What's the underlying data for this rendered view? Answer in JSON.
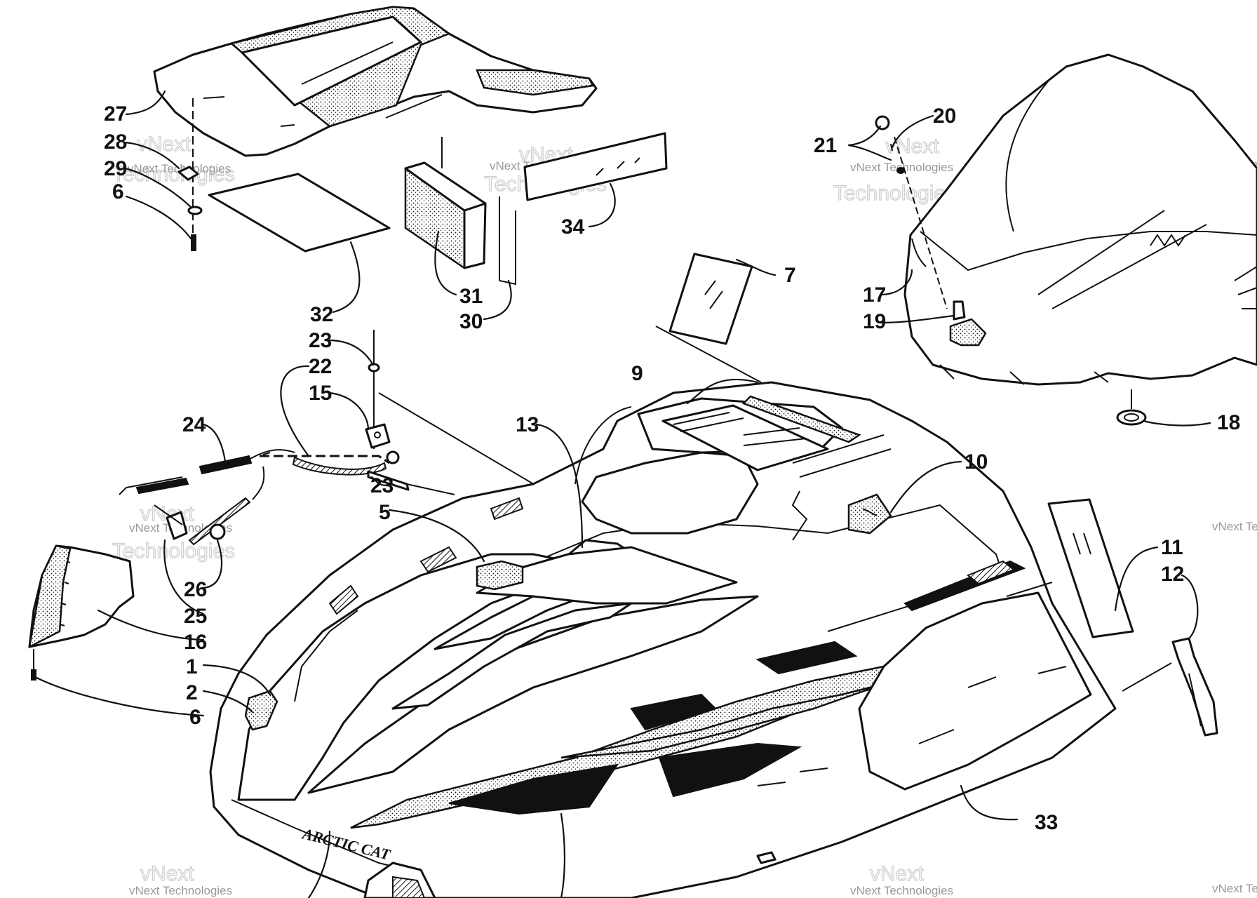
{
  "diagram": {
    "callouts": [
      "1",
      "2",
      "5",
      "6",
      "6",
      "7",
      "9",
      "10",
      "11",
      "12",
      "13",
      "15",
      "16",
      "17",
      "18",
      "19",
      "20",
      "21",
      "22",
      "23",
      "23",
      "24",
      "25",
      "26",
      "27",
      "28",
      "29",
      "30",
      "31",
      "32",
      "33",
      "34"
    ],
    "brand_label": "ARCTIC CAT",
    "watermark_primary": "Technologies",
    "watermark_secondary": "vNext Technologies",
    "watermark_tag": "vNext"
  }
}
